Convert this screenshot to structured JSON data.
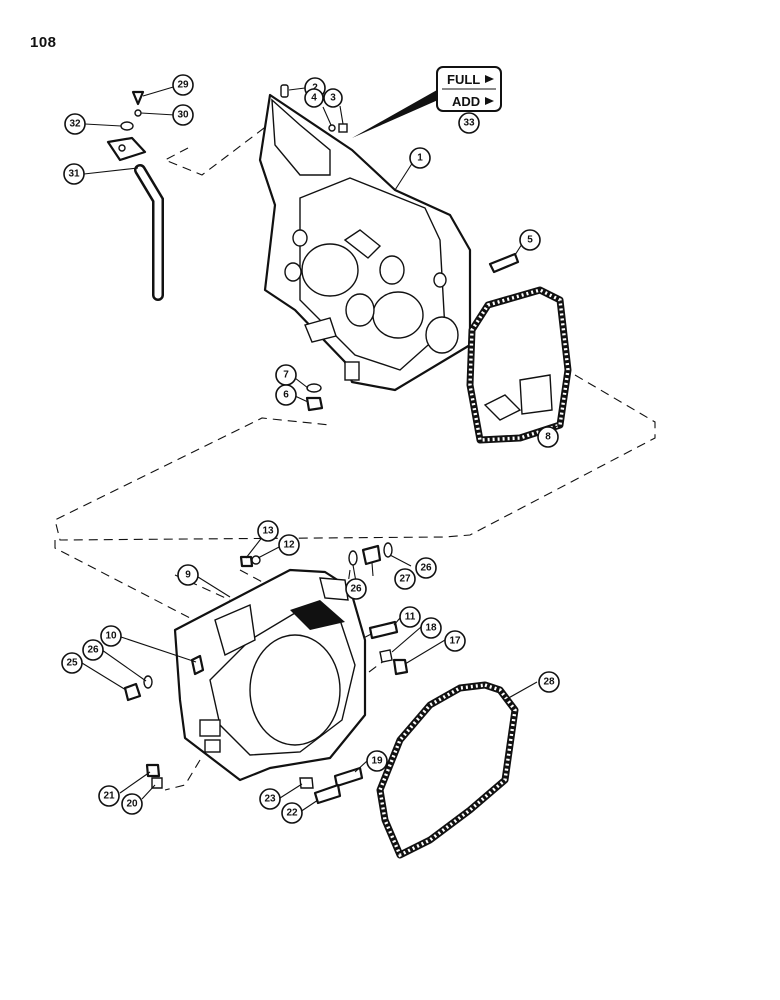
{
  "page": {
    "number": "108"
  },
  "gauge_label": {
    "full": "FULL",
    "add": "ADD",
    "callout": "33"
  },
  "callouts": {
    "c1": "1",
    "c2": "2",
    "c3": "3",
    "c4": "4",
    "c5": "5",
    "c6": "6",
    "c7": "7",
    "c8": "8",
    "c9": "9",
    "c10": "10",
    "c11": "11",
    "c12": "12",
    "c13": "13",
    "c17": "17",
    "c18": "18",
    "c19": "19",
    "c20": "20",
    "c21": "21",
    "c22": "22",
    "c23": "23",
    "c25": "25",
    "c26a": "26",
    "c26b": "26",
    "c26c": "26",
    "c27": "27",
    "c28": "28",
    "c29": "29",
    "c30": "30",
    "c31": "31",
    "c32": "32"
  }
}
